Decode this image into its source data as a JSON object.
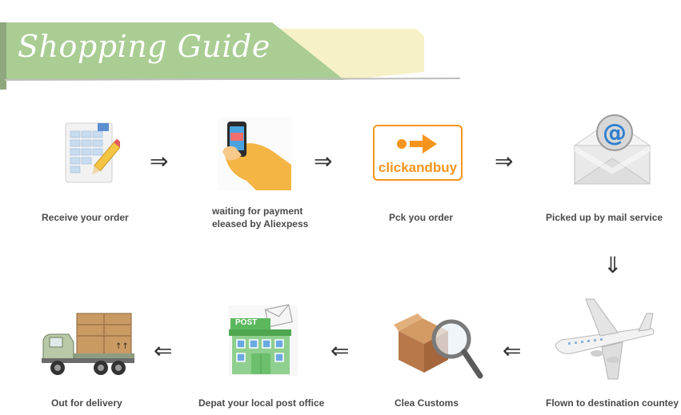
{
  "header": {
    "title": "Shopping Guide"
  },
  "steps": [
    {
      "label": "Receive  your order"
    },
    {
      "label_line1": "waiting for payment",
      "label_line2": "eleased by Aliexpess"
    },
    {
      "label": "Pck you order",
      "logo_text": "clickandbuy"
    },
    {
      "label": "Picked up by  mail service"
    },
    {
      "label": "Flown to destination countey"
    },
    {
      "label": "Clea Customs"
    },
    {
      "label": "Depat your local post office",
      "sign_text": "POST"
    },
    {
      "label": "Out for delivery"
    }
  ],
  "colors": {
    "banner_green": "#a9cd93",
    "banner_cream": "#f6f1c6",
    "accent_orange": "#f7941d"
  }
}
